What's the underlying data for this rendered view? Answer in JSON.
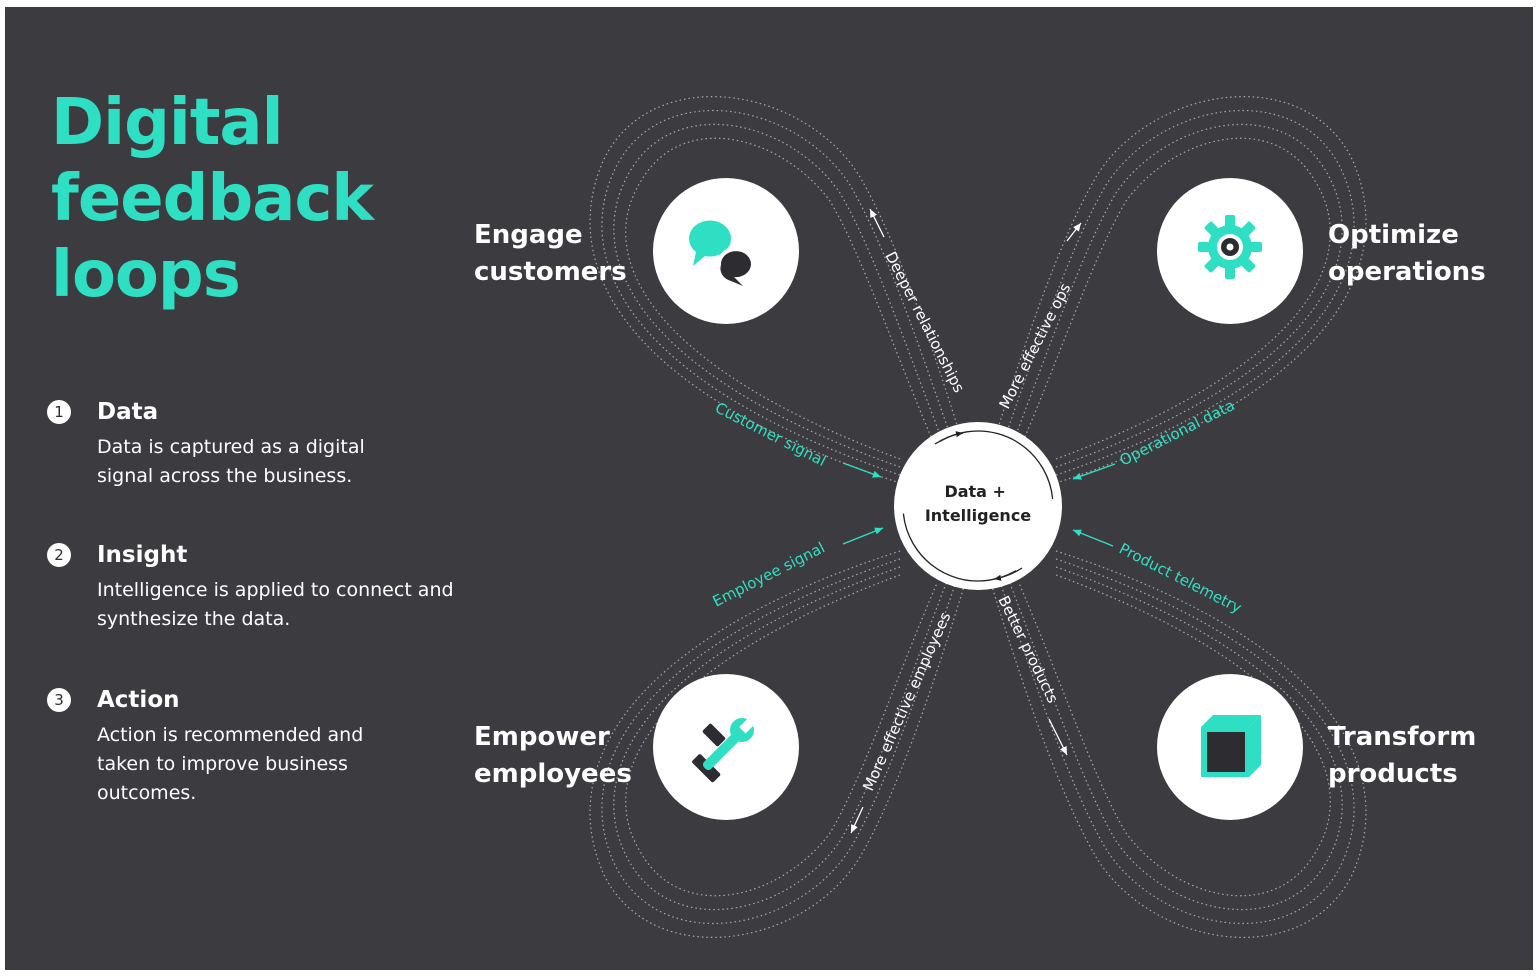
{
  "title": [
    "Digital",
    "feedback",
    "loops"
  ],
  "steps": [
    {
      "number": "1",
      "title": "Data",
      "description": "Data is captured as a digital signal across the business."
    },
    {
      "number": "2",
      "title": "Insight",
      "description": "Intelligence is applied to connect and synthesize the data."
    },
    {
      "number": "3",
      "title": "Action",
      "description": "Action is recommended and taken to improve business outcomes."
    }
  ],
  "center": {
    "line1": "Data +",
    "line2": "Intelligence"
  },
  "quadrants": [
    {
      "label": [
        "Engage",
        "customers"
      ],
      "icon": "chat-bubbles-icon",
      "inbound": "Customer signal",
      "outbound": "Deeper relationships"
    },
    {
      "label": [
        "Optimize",
        "operations"
      ],
      "icon": "gear-icon",
      "inbound": "Operational data",
      "outbound": "More effective ops"
    },
    {
      "label": [
        "Empower",
        "employees"
      ],
      "icon": "tools-icon",
      "inbound": "Employee signal",
      "outbound": "More effective employees"
    },
    {
      "label": [
        "Transform",
        "products"
      ],
      "icon": "cube-icon",
      "inbound": "Product telemetry",
      "outbound": "Better products"
    }
  ],
  "colors": {
    "background": "#3c3c40",
    "accent": "#2fdfc4",
    "text": "#ffffff",
    "circle": "#ffffff"
  }
}
